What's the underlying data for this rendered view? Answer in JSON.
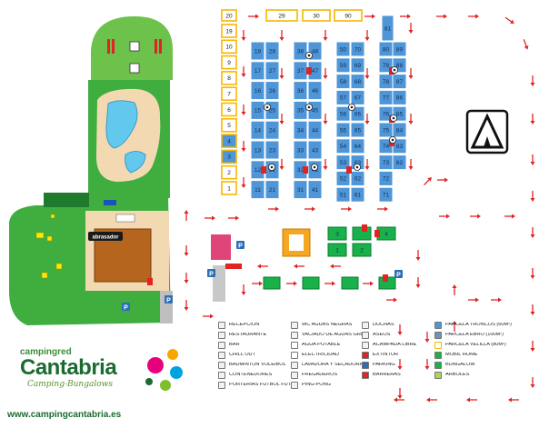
{
  "map": {
    "abrasador_label": "abrasador",
    "top_row_plots": [
      "20",
      "29",
      "30",
      "90"
    ],
    "left_column_plots": [
      "19",
      "10",
      "9",
      "8",
      "7",
      "6",
      "5",
      "4",
      "3",
      "2",
      "1"
    ],
    "column_a": {
      "left": [
        "18",
        "17",
        "16",
        "15",
        "14",
        "13",
        "12",
        "11"
      ],
      "right": [
        "28",
        "27",
        "26",
        "25",
        "24",
        "23",
        "22",
        "21"
      ]
    },
    "column_b": {
      "left": [
        "38",
        "37",
        "36",
        "35",
        "34",
        "33",
        "32",
        "31"
      ],
      "right": [
        "48",
        "47",
        "46",
        "45",
        "44",
        "43",
        "42",
        "41"
      ]
    },
    "column_c": {
      "left": [
        "50",
        "59",
        "58",
        "57",
        "56",
        "55",
        "54",
        "53",
        "52",
        "51"
      ],
      "right": [
        "70",
        "69",
        "68",
        "67",
        "66",
        "65",
        "64",
        "63",
        "62",
        "61"
      ]
    },
    "column_d": {
      "left": [
        "80",
        "79",
        "78",
        "77",
        "76",
        "75",
        "74",
        "73",
        "72",
        "71"
      ],
      "right": [
        "89",
        "88",
        "87",
        "86",
        "85",
        "84",
        "83",
        "82"
      ]
    },
    "column_e_top": "81",
    "bungalow_plots": [
      "1",
      "2",
      "3",
      "4"
    ]
  },
  "brand": {
    "title": "campingred",
    "name": "Cantabria",
    "subtitle": "Camping-Bungalows",
    "url": "www.campingcantabria.es"
  },
  "legend": {
    "col1": [
      {
        "icon": "reception-icon",
        "label": "RECEPCIÓN"
      },
      {
        "icon": "restaurant-icon",
        "label": "RESTAURANTE"
      },
      {
        "icon": "bar-icon",
        "label": "BAR"
      },
      {
        "icon": "chill-out-icon",
        "label": "CHILL OUT"
      },
      {
        "icon": "badminton-icon",
        "label": "BÁDMINTON VOLEIBOL"
      },
      {
        "icon": "containers-icon",
        "label": "CONTENEDORES"
      },
      {
        "icon": "goal-icon",
        "label": "PORTERÍAS FÚTBOL FUTBOLÍN"
      }
    ],
    "col2": [
      {
        "icon": "wc-icon",
        "label": "WC AGUAS NEGRAS"
      },
      {
        "icon": "greywater-icon",
        "label": "VACIADO DE AGUAS GRISES"
      },
      {
        "icon": "water-icon",
        "label": "AGUA POTABLE"
      },
      {
        "icon": "electricity-icon",
        "label": "ELECTRICIDAD"
      },
      {
        "icon": "laundry-icon",
        "label": "LAVADORA Y SECADORA"
      },
      {
        "icon": "sink-icon",
        "label": "FREGADEROS"
      },
      {
        "icon": "ping-pong-icon",
        "label": "PING-PONG"
      }
    ],
    "col3": [
      {
        "icon": "shower-icon",
        "label": "DUCHAS"
      },
      {
        "icon": "toilet-icon",
        "label": "ASEOS"
      },
      {
        "icon": "tent-icon",
        "label": "ACAMPADA LIBRE"
      },
      {
        "icon": "extinguisher-icon",
        "label": "EXTINTOR"
      },
      {
        "icon": "parking-icon",
        "label": "PARKING"
      },
      {
        "icon": "barrier-icon",
        "label": "BARRERAS"
      }
    ],
    "col4": [
      {
        "icon": "plot-troncos-swatch",
        "label": "PARCELA TRONCOS (60M²)"
      },
      {
        "icon": "plot-ebro-swatch",
        "label": "PARCELA EBRO (100M²)"
      },
      {
        "icon": "plot-velilla-swatch",
        "label": "PARCELA VELILLA (80M²)"
      },
      {
        "icon": "mobil-home-swatch",
        "label": "MOBIL HOME"
      },
      {
        "icon": "bungalow-swatch",
        "label": "BUNGALOW"
      },
      {
        "icon": "tree-icon",
        "label": "ÁRBOLES"
      }
    ]
  },
  "colors": {
    "grass": "#3fae3f",
    "pool": "#63c8ee",
    "sand": "#f3d9b2",
    "plot_blue": "#4f96d8",
    "plot_velilla_border": "#f5b800",
    "mobil_home": "#19b24a",
    "arrow_red": "#e32222"
  }
}
